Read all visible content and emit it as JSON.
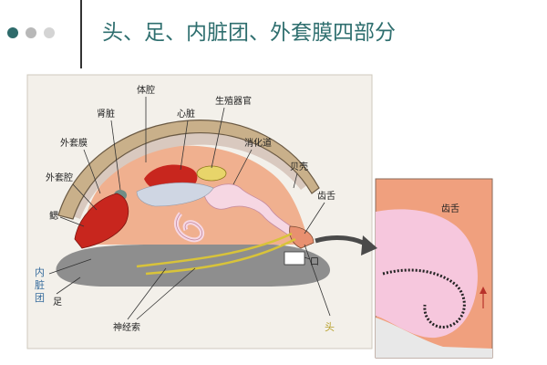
{
  "slide": {
    "title": "头、足、内脏团、外套膜四部分",
    "bullet_dots": [
      "#2e6b6b",
      "#b8b8b8",
      "#d4d4d4"
    ]
  },
  "diagram": {
    "labels": {
      "body_cavity": "体腔",
      "kidney": "肾脏",
      "heart": "心脏",
      "gonad": "生殖器官",
      "mantle": "外套膜",
      "digestive_tract": "消化道",
      "mantle_cavity": "外套腔",
      "shell": "贝壳",
      "radula": "齿舌",
      "gill": "鳃",
      "mouth": "口",
      "visceral_mass": [
        "内",
        "脏",
        "团"
      ],
      "foot": "足",
      "nerve_cord": "神经索",
      "head": "头",
      "radula_inset": "齿舌"
    },
    "colors": {
      "panel_bg": "#f3f0ea",
      "visceral": "#f0b08f",
      "foot": "#8e8e8e",
      "shell": "#c9b08a",
      "mantle": "#d9c9bf",
      "gill": "#c8261e",
      "digestive": "#f6d7e3",
      "nerve": "#d8c33a",
      "inset_bg": "#f0a07e"
    }
  }
}
